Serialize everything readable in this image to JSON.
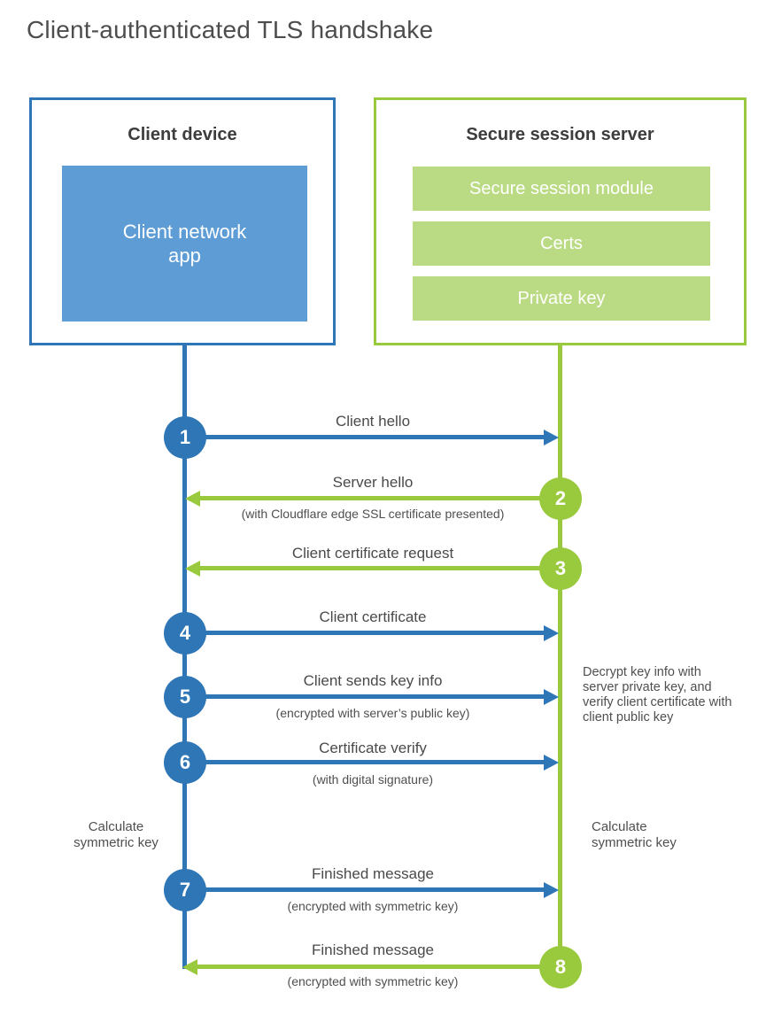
{
  "title": "Client-authenticated TLS handshake",
  "colors": {
    "blue": "#2E76B6",
    "blue-fill": "#5D9CD5",
    "green": "#99C93D",
    "green-fill": "#BADA83"
  },
  "client": {
    "title": "Client device",
    "app_label": "Client network\napp"
  },
  "server": {
    "title": "Secure session server",
    "modules": [
      "Secure session module",
      "Certs",
      "Private key"
    ]
  },
  "messages": [
    {
      "num": "1",
      "from": "client",
      "to": "server",
      "label": "Client hello",
      "subtitle": ""
    },
    {
      "num": "2",
      "from": "server",
      "to": "client",
      "label": "Server hello",
      "subtitle": "(with Cloudflare edge SSL certificate presented)"
    },
    {
      "num": "3",
      "from": "server",
      "to": "client",
      "label": "Client certificate request",
      "subtitle": ""
    },
    {
      "num": "4",
      "from": "client",
      "to": "server",
      "label": "Client certificate",
      "subtitle": ""
    },
    {
      "num": "5",
      "from": "client",
      "to": "server",
      "label": "Client sends key info",
      "subtitle": "(encrypted with server’s public key)"
    },
    {
      "num": "6",
      "from": "client",
      "to": "server",
      "label": "Certificate verify",
      "subtitle": "(with digital signature)"
    },
    {
      "num": "7",
      "from": "client",
      "to": "server",
      "label": "Finished message",
      "subtitle": "(encrypted with symmetric key)"
    },
    {
      "num": "8",
      "from": "server",
      "to": "client",
      "label": "Finished message",
      "subtitle": "(encrypted with symmetric key)"
    }
  ],
  "notes": {
    "server_side": "Decrypt key info with server private key, and verify client certificate with client public key",
    "calc_left": "Calculate\nsymmetric key",
    "calc_right": "Calculate\nsymmetric key"
  }
}
